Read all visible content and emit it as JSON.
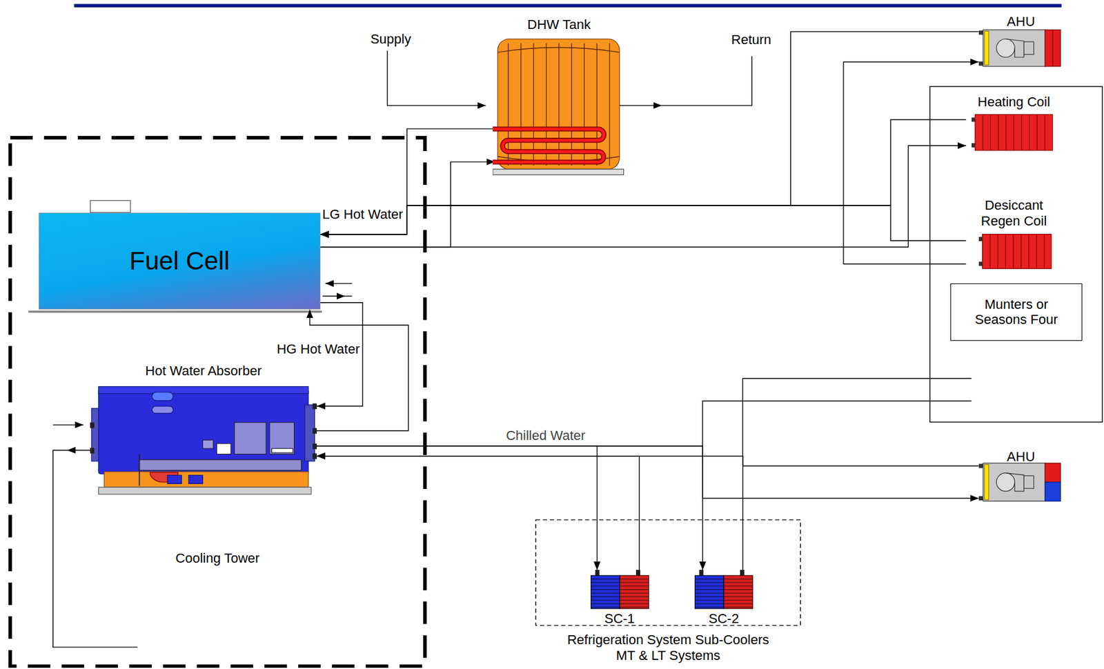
{
  "diagram": {
    "nodes": [
      {
        "text": [
          "DHW Tank"
        ]
      },
      {
        "text": [
          "AHU"
        ]
      },
      {
        "text": [
          "Heating Coil"
        ]
      },
      {
        "text": [
          "Desiccant Regen Coil"
        ]
      },
      {
        "text": [
          "Munters or Seasons Four"
        ]
      },
      {
        "text": [
          "Cooling Tower"
        ]
      },
      {
        "text": [
          "Fuel Cell"
        ],
        "in": 5
      },
      {
        "text": [
          "Hot Water Absorber"
        ],
        "in": 5
      },
      {
        "text": [
          "AHU"
        ]
      },
      {
        "text": [
          "Refrigeration System Sub-Coolers MT & LT Systems"
        ]
      },
      {
        "text": [
          "SC-1"
        ],
        "in": 9
      },
      {
        "text": [
          "SC-2"
        ],
        "in": 9
      }
    ],
    "edges": [
      {
        "from": 6,
        "to": 0,
        "arrow": "to"
      },
      {
        "from": 0,
        "to": 6,
        "arrow": "to"
      },
      {
        "from": 6,
        "to": 2,
        "arrow": "to"
      },
      {
        "from": 2,
        "to": 6,
        "arrow": "to"
      },
      {
        "from": 3,
        "to": 6,
        "arrow": "to"
      },
      {
        "from": 1,
        "to": 6,
        "arrow": "to"
      },
      {
        "from": 3,
        "to": 1,
        "arrow": "to"
      },
      {
        "from": 6,
        "to": 7,
        "arrow": "to"
      },
      {
        "from": 7,
        "to": 6,
        "arrow": "to"
      },
      {
        "from": 7,
        "to": 10,
        "arrow": "to"
      },
      {
        "from": 10,
        "to": 7,
        "arrow": "to"
      },
      {
        "from": 7,
        "to": 11,
        "arrow": "to"
      },
      {
        "from": 11,
        "to": 7,
        "arrow": "to"
      },
      {
        "from": 7,
        "to": 8,
        "arrow": "to"
      },
      {
        "from": 8,
        "to": 7,
        "arrow": "to"
      }
    ],
    "labels": [
      "Supply",
      "Return",
      "LG Hot Water",
      "HG Hot Water",
      "Chilled Water"
    ]
  }
}
